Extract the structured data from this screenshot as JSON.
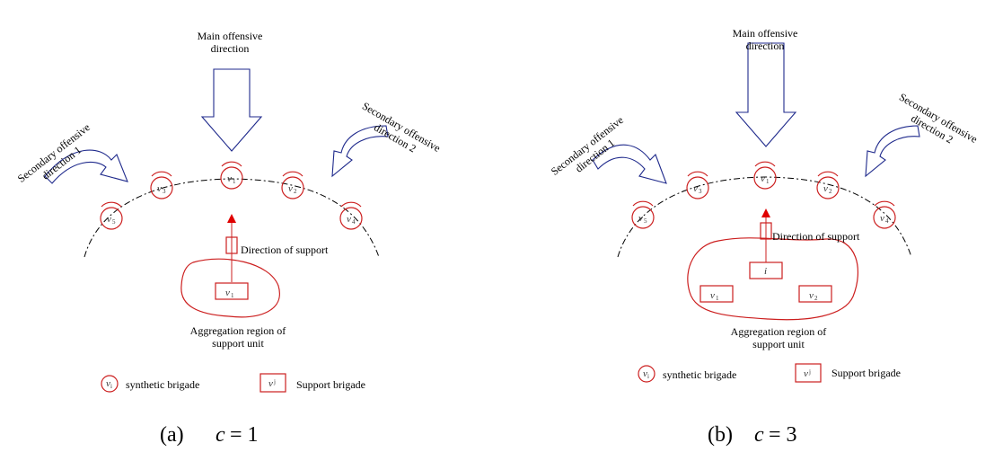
{
  "panel_a": {
    "main_direction": [
      "Main offensive",
      "direction"
    ],
    "secondary_1": [
      "Secondary offensive",
      "direction 1"
    ],
    "secondary_2": [
      "Secondary offensive",
      "direction 2"
    ],
    "direction_of_support": "Direction of support",
    "aggregation": [
      "Aggregation region of",
      "support unit"
    ],
    "caption_prefix": "(a)",
    "caption_var": "c",
    "caption_eq": "= 1"
  },
  "panel_b": {
    "main_direction": [
      "Main offensive",
      "direction"
    ],
    "secondary_1": [
      "Secondary offensive",
      "direction 1"
    ],
    "secondary_2": [
      "Secondary offensive",
      "direction 2"
    ],
    "direction_of_support": "Direction of support",
    "aggregation": [
      "Aggregation region of",
      "support unit"
    ],
    "caption_prefix": "(b)",
    "caption_var": "c",
    "caption_eq": "= 3"
  },
  "legend": {
    "synthetic": "synthetic brigade",
    "support": "Support brigade"
  },
  "nodes": {
    "v1": "v",
    "v2": "v",
    "v3": "v",
    "v4": "v",
    "v5": "v"
  },
  "colors": {
    "unit": "#cc1f1f",
    "arrow": "#1f2a8c",
    "boundary": "#000000"
  }
}
